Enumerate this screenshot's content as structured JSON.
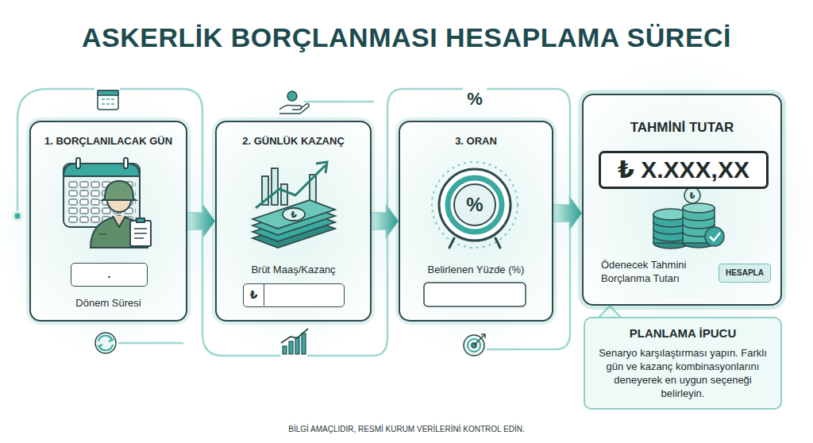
{
  "diagram": {
    "title": "ASKERLİK BORÇLANMASI HESAPLAMA SÜRECİ",
    "caption": "BİLGİ AMAÇLIDIR, RESMİ KURUM VERİLERİNİ KONTROL EDİN.",
    "nodes": [
      {
        "text": [
          "1. BORÇLANILACAK GÜN",
          "Dönem Süresi"
        ]
      },
      {
        "text": [
          "."
        ],
        "in": 0
      },
      {
        "text": [
          "2. GÜNLÜK KAZANÇ",
          "Brüt Maaş/Kazanç"
        ]
      },
      {
        "text": [
          "₺"
        ],
        "in": 2
      },
      {
        "text": [
          "3. ORAN",
          "Belirlenen Yüzde (%)"
        ]
      },
      {
        "text": [
          "TAHMİNİ TUTAR",
          "Ödenecek Tahmini Borçlanma Tutarı"
        ]
      },
      {
        "text": [
          "₺ X.XXX,XX"
        ],
        "in": 5
      },
      {
        "text": [
          "HESAPLA"
        ],
        "in": 5
      },
      {
        "text": [
          "PLANLAMA İPUCU",
          "Senaryo karşılaştırması yapın. Farklı gün ve kazanç kombinasyonlarını deneyerek en uygun seçeneği belirleyin."
        ]
      }
    ],
    "edges": [
      {
        "from": 0,
        "to": 2,
        "arrow": "to"
      },
      {
        "from": 2,
        "to": 4,
        "arrow": "to"
      },
      {
        "from": 4,
        "to": 5,
        "arrow": "to"
      }
    ],
    "labels": [
      "%",
      "%",
      "₺",
      "₺"
    ]
  }
}
